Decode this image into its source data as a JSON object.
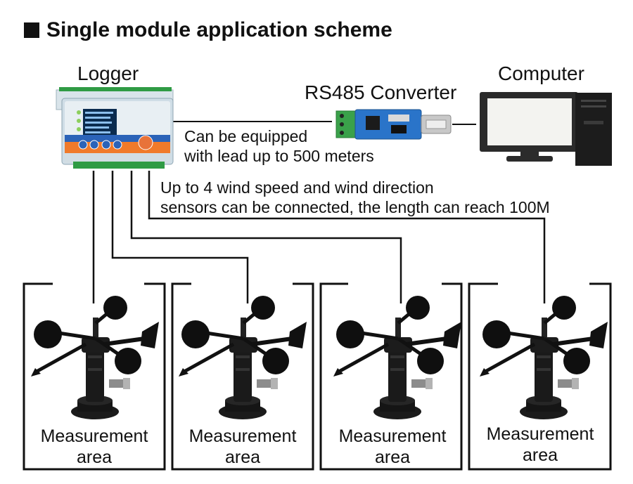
{
  "title": "Single module application scheme",
  "labels": {
    "logger": "Logger",
    "converter": "RS485 Converter",
    "computer": "Computer"
  },
  "notes": {
    "lead_line1": "Can be equipped",
    "lead_line2": "with lead up to 500 meters",
    "sensors_line1": "Up to 4 wind speed and wind direction",
    "sensors_line2": "sensors can be connected, the length can reach 100M"
  },
  "areas": [
    {
      "line1": "Measurement",
      "line2": "area"
    },
    {
      "line1": "Measurement",
      "line2": "area"
    },
    {
      "line1": "Measurement",
      "line2": "area"
    },
    {
      "line1": "Measurement",
      "line2": "area"
    }
  ],
  "colors": {
    "logger_body": "#cfe0e8",
    "logger_accent": "#f07a2a",
    "logger_blue": "#2b63b8",
    "converter_board": "#2a74c9",
    "terminal_green": "#3aa14a",
    "monitor_frame": "#2b2b2b"
  }
}
